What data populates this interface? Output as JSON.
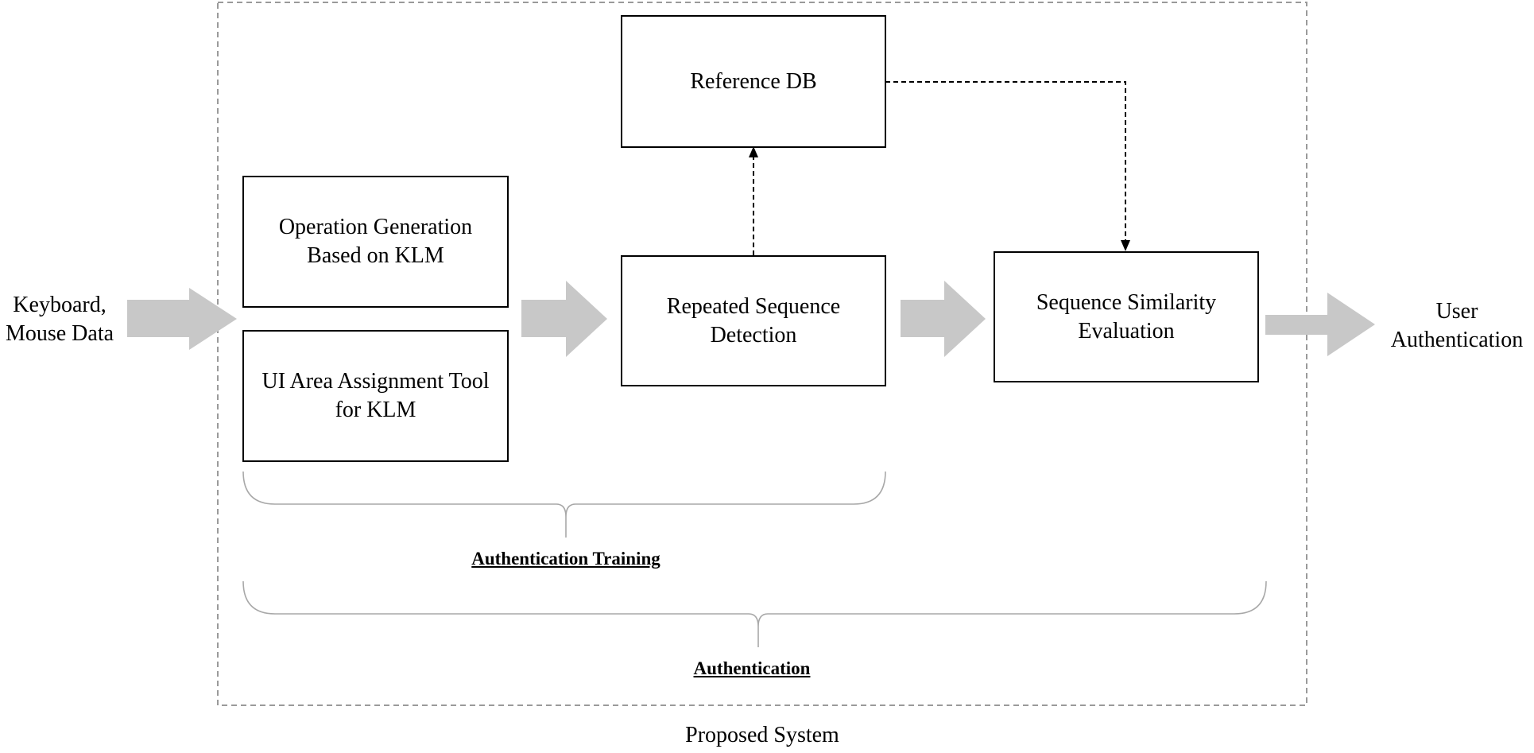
{
  "input_label": "Keyboard,\nMouse Data",
  "output_label": "User\nAuthentication",
  "system_label": "Proposed System",
  "boxes": {
    "reference_db": "Reference DB",
    "operation_generation": "Operation Generation\nBased on KLM",
    "ui_area_tool": "UI Area Assignment Tool\nfor KLM",
    "repeated_sequence": "Repeated Sequence\nDetection",
    "sequence_similarity": "Sequence Similarity\nEvaluation"
  },
  "groups": {
    "training": "Authentication Training",
    "authentication": "Authentication"
  },
  "colors": {
    "arrow_fill": "#c8c8c8",
    "system_border": "#9a9a9a",
    "brace": "#a8a8a8",
    "box_border": "#000000"
  }
}
